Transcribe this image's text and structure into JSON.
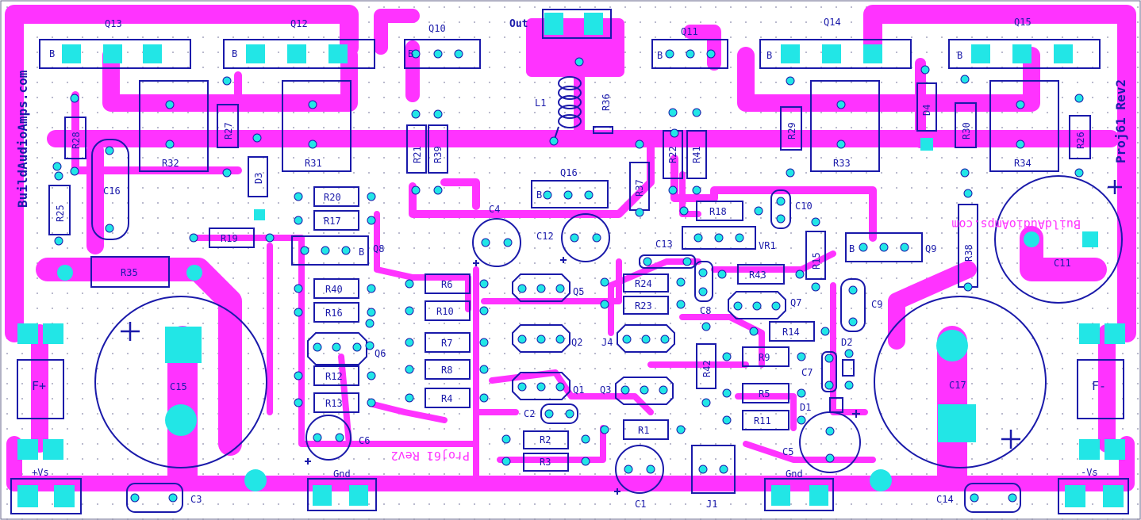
{
  "colors": {
    "background": "#ffffff",
    "copper": "#ff33ff",
    "silkscreen": "#1a1aaa",
    "pad": "#22e6e6",
    "grid_dot": "#8888aa"
  },
  "board": {
    "left_vertical_text": "BuildAudioAmps.com",
    "right_vertical_text": "Proj61 Rev2",
    "mirrored_top_text": "BuildAudioAmps.com",
    "mirrored_bottom_text": "Proj61 Rev2"
  },
  "connector_labels": {
    "out": "Out",
    "f_plus": "F+",
    "f_minus": "F-",
    "vs_plus": "+Vs",
    "vs_minus": "-Vs",
    "gnd_left": "Gnd",
    "gnd_right": "Gnd"
  },
  "transistors": {
    "q13": "Q13",
    "q12": "Q12",
    "q10": "Q10",
    "q11": "Q11",
    "q14": "Q14",
    "q15": "Q15",
    "q16": "Q16",
    "q8": "Q8",
    "q9": "Q9",
    "q5": "Q5",
    "q6": "Q6",
    "q7": "Q7",
    "q2": "Q2",
    "q3": "Q3",
    "q1": "Q1",
    "j4": "J4",
    "j1": "J1",
    "base": "B"
  },
  "resistors": {
    "r28": "R28",
    "r27": "R27",
    "r32": "R32",
    "r31": "R31",
    "r21": "R21",
    "r39": "R39",
    "r36": "R36",
    "r22": "R22",
    "r41": "R41",
    "r37": "R37",
    "r29": "R29",
    "r33": "R33",
    "r30": "R30",
    "r34": "R34",
    "r26": "R26",
    "r25": "R25",
    "r20": "R20",
    "r17": "R17",
    "r19": "R19",
    "r35": "R35",
    "r18": "R18",
    "r15": "R15",
    "r38": "R38",
    "r6": "R6",
    "r10": "R10",
    "r40": "R40",
    "r16": "R16",
    "r24": "R24",
    "r23": "R23",
    "r43": "R43",
    "r14": "R14",
    "r7": "R7",
    "r8": "R8",
    "r42": "R42",
    "r9": "R9",
    "r12": "R12",
    "r13": "R13",
    "r4": "R4",
    "r5": "R5",
    "r11": "R11",
    "r1": "R1",
    "r2": "R2",
    "r3": "R3"
  },
  "capacitors": {
    "c16": "C16",
    "c4": "C4",
    "c12": "C12",
    "c13": "C13",
    "c10": "C10",
    "c11": "C11",
    "c8": "C8",
    "c9": "C9",
    "c15": "C15",
    "c17": "C17",
    "c7": "C7",
    "c6": "C6",
    "c2": "C2",
    "c5": "C5",
    "c1": "C1",
    "c3": "C3",
    "c14": "C14"
  },
  "others": {
    "l1": "L1",
    "d3": "D3",
    "d4": "D4",
    "d1": "D1",
    "d2": "D2",
    "vr1": "VR1"
  }
}
